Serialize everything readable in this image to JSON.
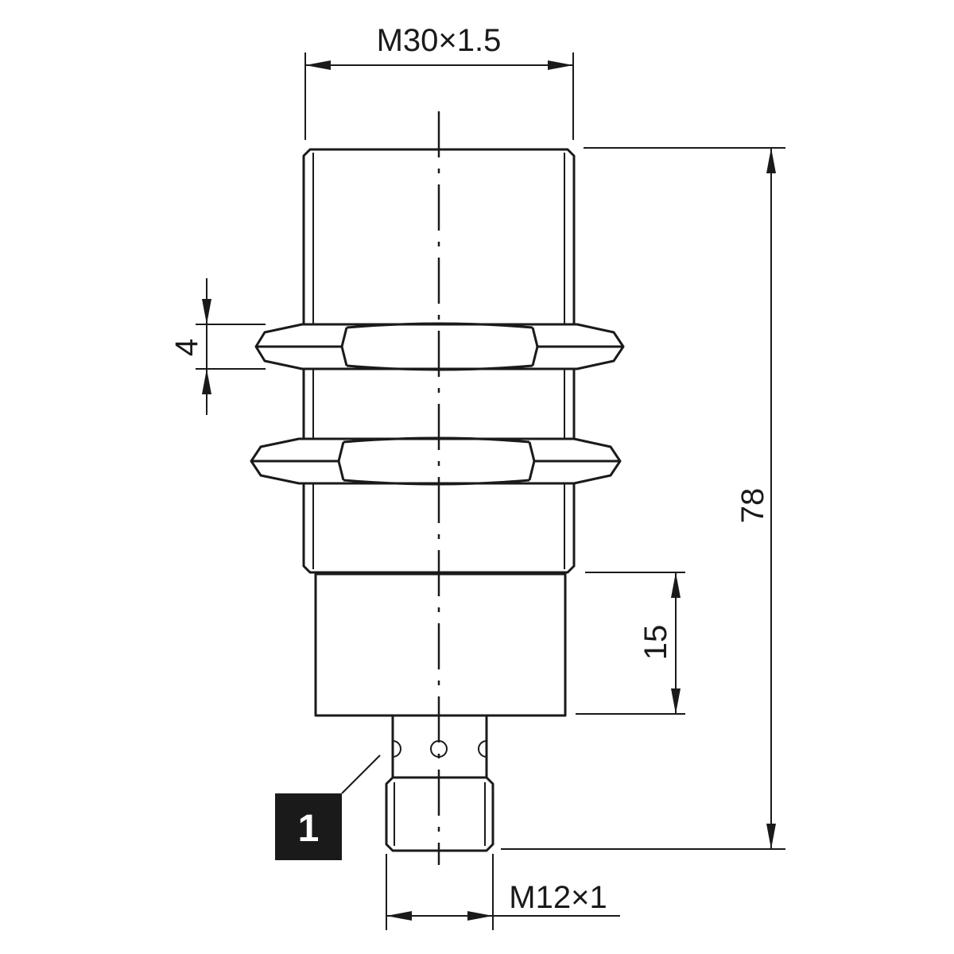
{
  "dimensions": {
    "thread_main": "M30×1.5",
    "nut_thickness": "4",
    "total_length": "78",
    "housing_length": "15",
    "connector_thread": "M12×1"
  },
  "callout": {
    "label": "1"
  },
  "colors": {
    "line": "#1a1a1a",
    "background": "#ffffff",
    "callout_box": "#1a1a1a",
    "callout_text": "#ffffff"
  }
}
